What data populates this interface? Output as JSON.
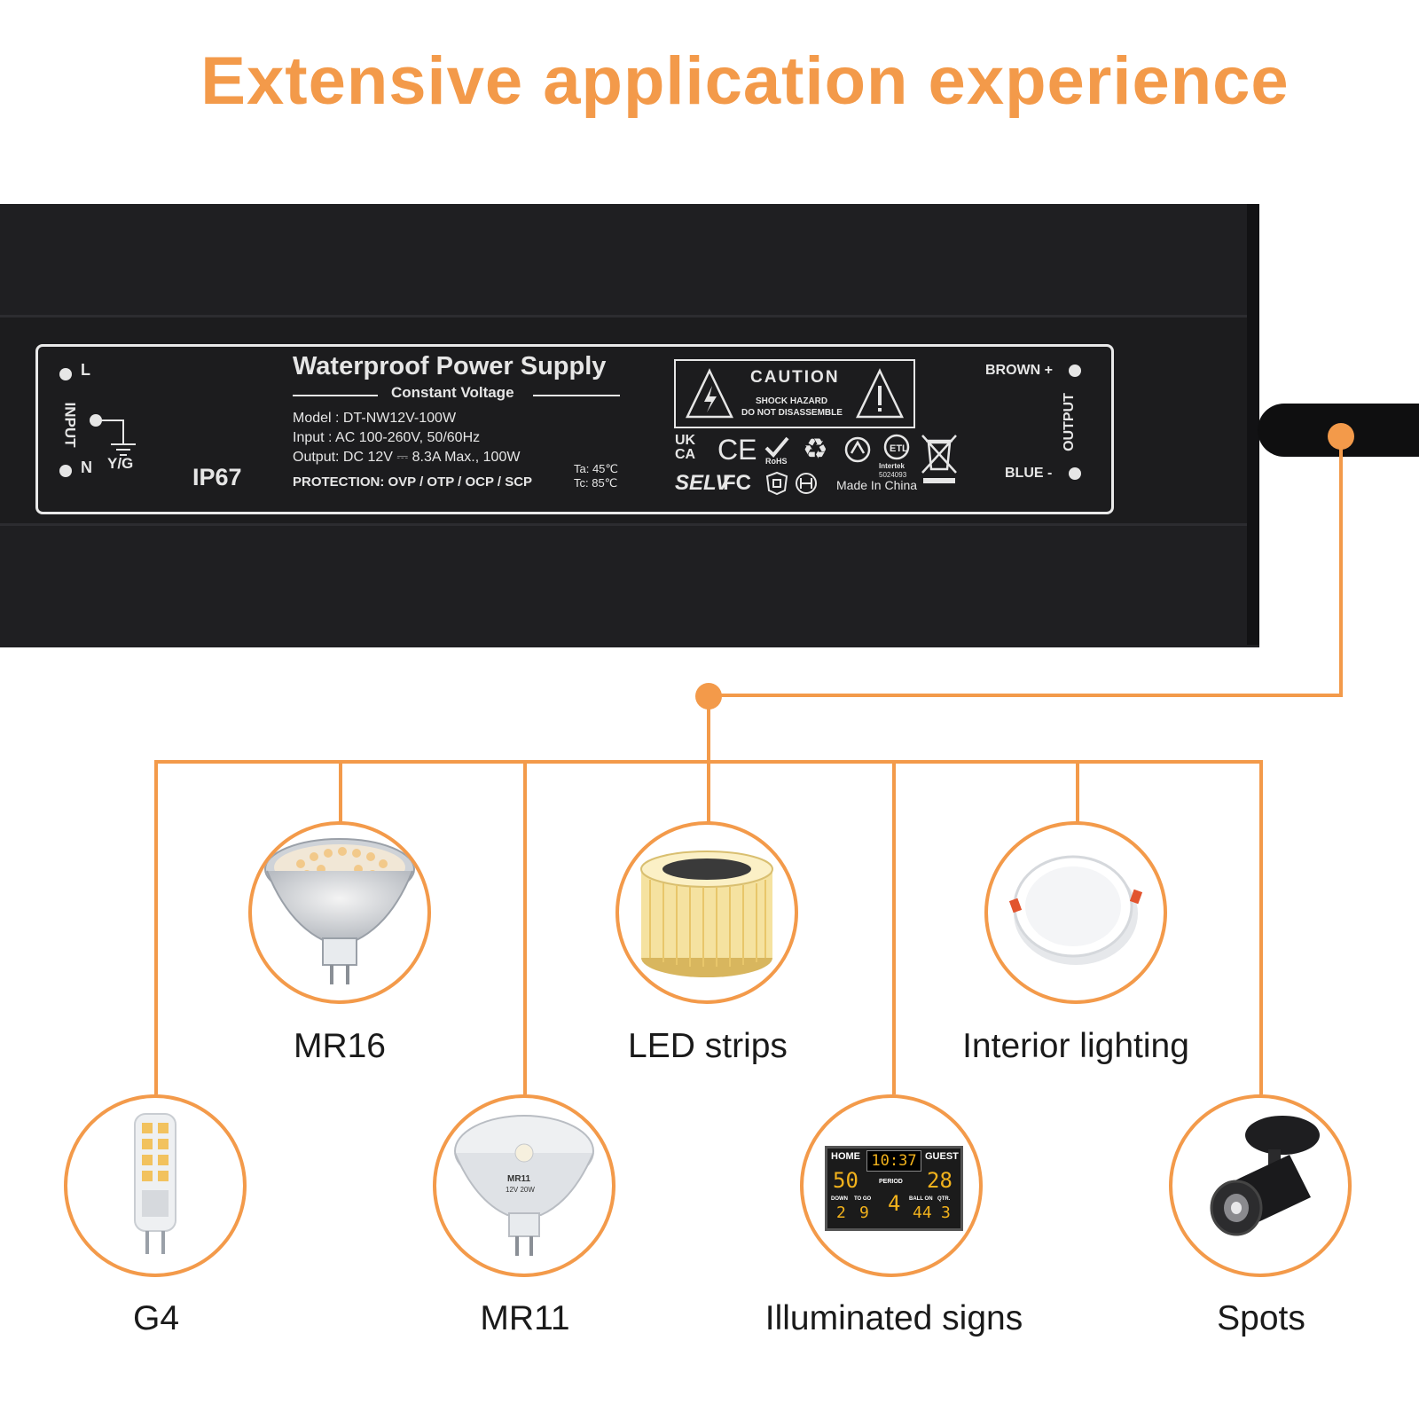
{
  "title": "Extensive application experience",
  "psu": {
    "product_title": "Waterproof Power Supply",
    "subtitle": "Constant Voltage",
    "model": "Model : DT-NW12V-100W",
    "input": "Input   : AC 100-260V,  50/60Hz",
    "output": "Output: DC 12V ⎓ 8.3A Max., 100W",
    "protection": "PROTECTION: OVP / OTP / OCP / SCP",
    "ta": "Ta: 45℃",
    "tc": "Tc: 85℃",
    "ip": "IP67",
    "l": "L",
    "n": "N",
    "input_side": "INPUT",
    "yg": "Y/G",
    "caution": "CAUTION",
    "shock": "SHOCK HAZARD",
    "disassemble": "DO NOT DISASSEMBLE",
    "brown": "BROWN +",
    "blue": "BLUE -",
    "output_side": "OUTPUT",
    "made_in": "Made In China",
    "ukca_top": "UK",
    "ukca_bot": "CA",
    "ce": "CE",
    "rohs": "RoHS",
    "selv": "SELV",
    "fc": "FC",
    "intertek": "Intertek",
    "intertek_no": "5024093"
  },
  "applications": [
    {
      "label": "MR16",
      "icon": "mr16-bulb-icon"
    },
    {
      "label": "LED strips",
      "icon": "led-strip-reel-icon"
    },
    {
      "label": "Interior lighting",
      "icon": "downlight-icon"
    },
    {
      "label": "G4",
      "icon": "g4-bulb-icon"
    },
    {
      "label": "MR11",
      "icon": "mr11-bulb-icon"
    },
    {
      "label": "Illuminated signs",
      "icon": "scoreboard-icon"
    },
    {
      "label": "Spots",
      "icon": "spotlight-icon"
    }
  ],
  "scoreboard": {
    "home": "HOME",
    "guest": "GUEST",
    "clock": "10:37",
    "home_score": "50",
    "guest_score": "28",
    "period": "PERIOD",
    "down": "DOWN",
    "to_go": "TO GO",
    "ball_on": "BALL ON",
    "qtr": "QTR.",
    "down_v": "2",
    "to_go_v": "9",
    "period_v": "4",
    "ball_on_v": "44",
    "qtr_v": "3"
  },
  "mr11_text": "MR11",
  "mr11_spec": "12V 20W",
  "colors": {
    "accent": "#f39a4a",
    "psu_body": "#1c1c1e",
    "label_text": "#e6e6e6"
  }
}
